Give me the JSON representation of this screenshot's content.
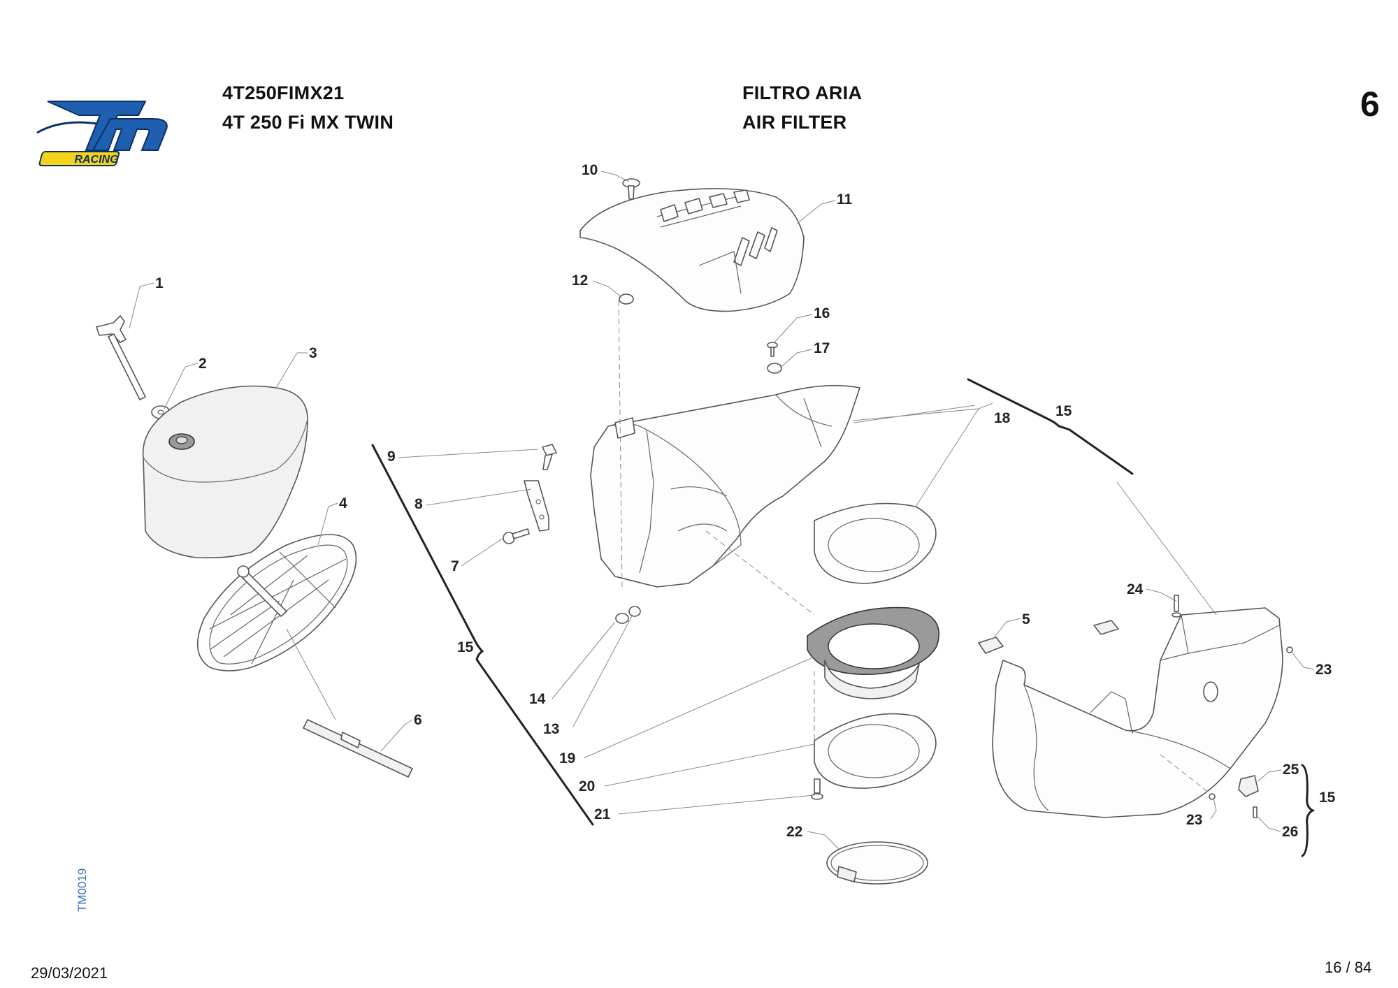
{
  "header": {
    "model_code": "4T250FIMX21",
    "model_name": "4T 250 Fi MX TWIN",
    "title_it": "FILTRO ARIA",
    "title_en": "AIR FILTER",
    "page_section": "6"
  },
  "logo": {
    "brand": "tm",
    "sub": "RACING",
    "colors": {
      "primary": "#1f5fb0",
      "accent": "#f5d31a"
    }
  },
  "footer": {
    "date": "29/03/2021",
    "page": "16 / 84"
  },
  "side_code": "TM0019",
  "callouts": [
    "1",
    "2",
    "3",
    "4",
    "5",
    "6",
    "7",
    "8",
    "9",
    "10",
    "11",
    "12",
    "13",
    "14",
    "15",
    "16",
    "17",
    "18",
    "19",
    "20",
    "21",
    "22",
    "23",
    "24",
    "25",
    "26"
  ]
}
